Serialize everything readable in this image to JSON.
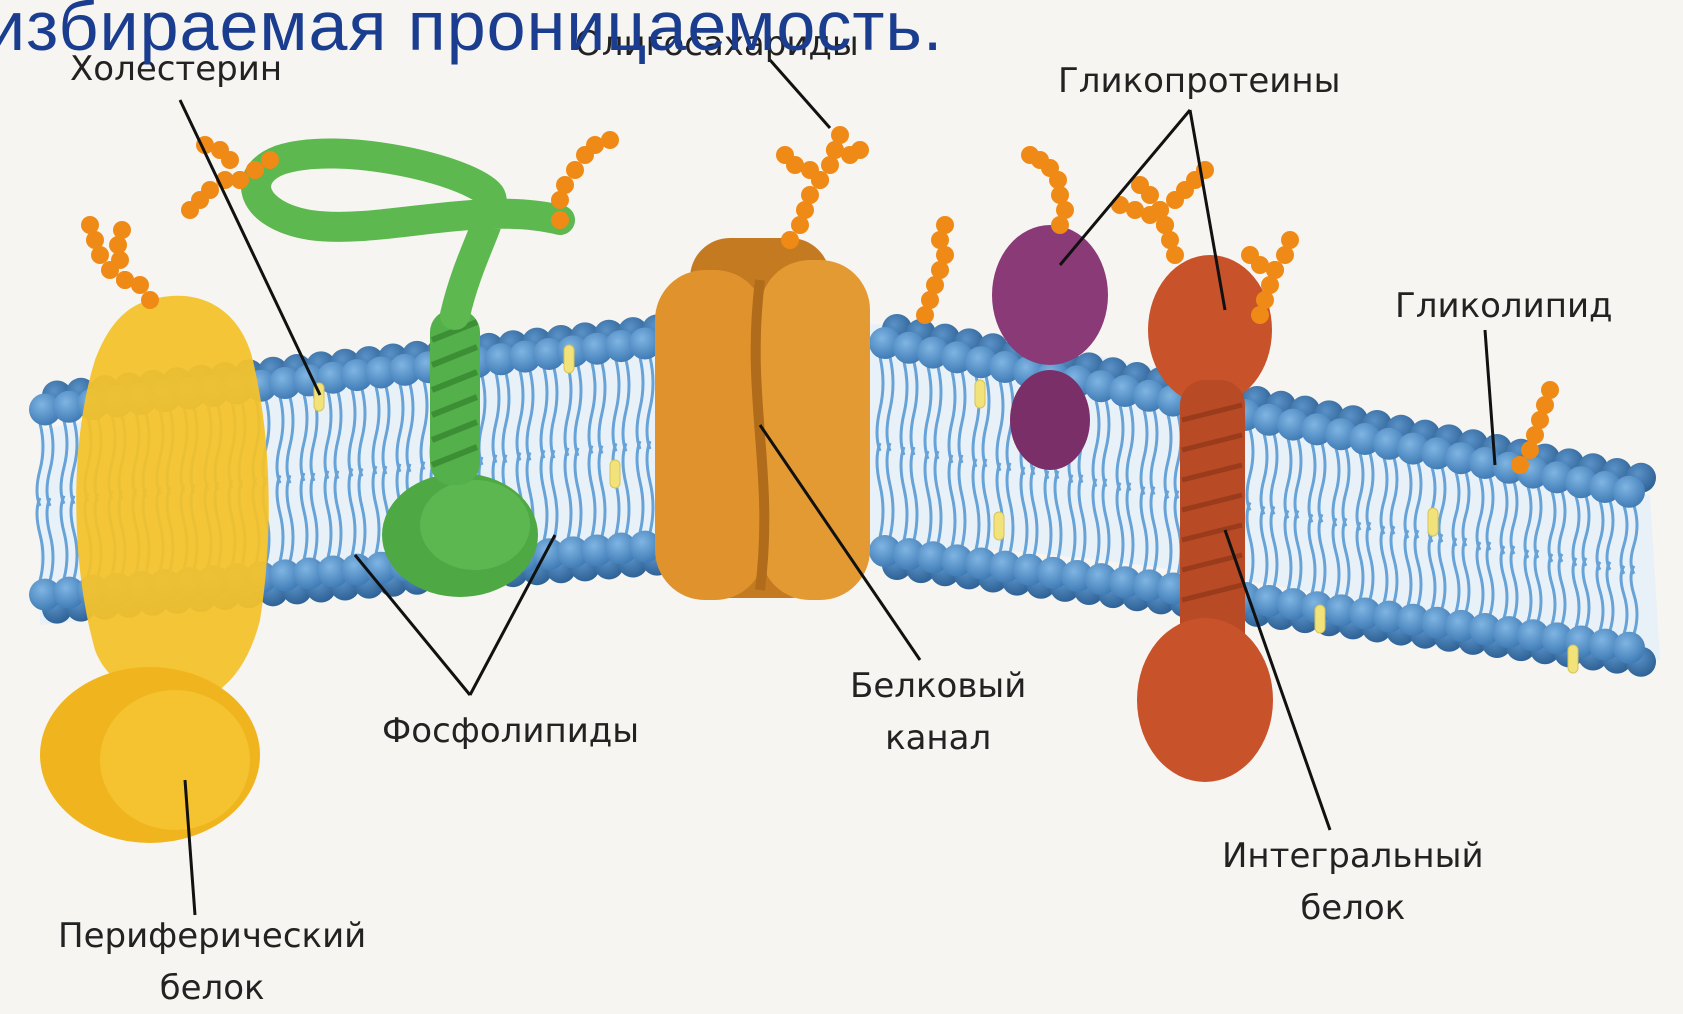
{
  "slide": {
    "title": "избираемая проницаемость."
  },
  "labels": {
    "cholesterol": "Холестерин",
    "oligosaccharides": "Олигосахариды",
    "glycoproteins": "Гликопротеины",
    "glycolipid": "Гликолипид",
    "phospholipids": "Фосфолипиды",
    "protein_channel": [
      "Белковый",
      "канал"
    ],
    "integral_protein": [
      "Интегральный",
      "белок"
    ],
    "peripheral_protein": [
      "Периферический",
      "белок"
    ]
  },
  "colors": {
    "title": "#1a3d8f",
    "lipid_head": "#4f8fc7",
    "lipid_tail": "#5b9bd5",
    "cholesterol": "#f2e27a",
    "peripheral_protein": "#f3c22c",
    "glycoprotein_green": "#5cb84f",
    "channel_protein": "#e0922d",
    "purple_protein": "#8b3a78",
    "integral_protein": "#c8522a",
    "oligosaccharide": "#f08a16"
  }
}
